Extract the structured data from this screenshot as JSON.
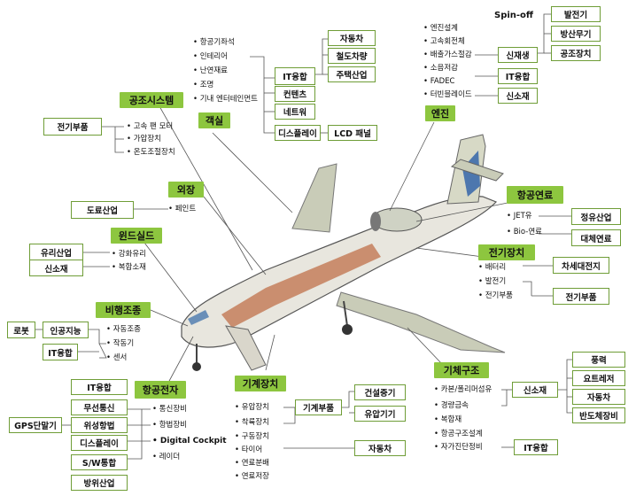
{
  "headers": {
    "air_system": "공조시스템",
    "cabin": "객실",
    "engine": "엔진",
    "exterior": "외장",
    "windshield": "윈드실드",
    "fuel": "항공연료",
    "electric": "전기장치",
    "flight_control": "비행조종",
    "avionics": "항공전자",
    "landing_gear": "기계장치",
    "airframe": "기체구조"
  },
  "cabin_items": [
    "항공기좌석",
    "인테리어",
    "난연재료",
    "조명",
    "기내 엔터테인먼트"
  ],
  "cabin_mid": [
    "IT융합",
    "컨텐츠",
    "네트워",
    "디스플레이"
  ],
  "cabin_lcd": "LCD 패널",
  "cabin_right": [
    "자동차",
    "철도차량",
    "주택산업"
  ],
  "engine_items": [
    "엔진설계",
    "고속회전체",
    "배출가스절감",
    "소음저감",
    "FADEC",
    "터빈블레이드"
  ],
  "engine_spinoff": "Spin-off",
  "engine_spinoff_boxes": [
    "발전기",
    "방산무기",
    "공조장치"
  ],
  "engine_mid": [
    "신재생",
    "IT융합",
    "신소재"
  ],
  "air_items": [
    "고속 팬 모터",
    "가압장치",
    "온도조절장치"
  ],
  "air_box": "전기부품",
  "exterior_item": "페인트",
  "exterior_box": "도료산업",
  "windshield_items": [
    "강화유리",
    "복합소재"
  ],
  "windshield_boxes": [
    "유리산업",
    "신소재"
  ],
  "fuel_items": [
    "JET유",
    "Bio-연료"
  ],
  "fuel_boxes": [
    "정유산업",
    "대체연료"
  ],
  "electric_items": [
    "배터리",
    "발전기",
    "전기부품"
  ],
  "electric_boxes": [
    "차세대전지",
    "전기부품"
  ],
  "flight_items": [
    "자동조종",
    "작동기",
    "센서"
  ],
  "flight_boxes": [
    "로봇",
    "인공지능",
    "IT융합"
  ],
  "avionics_items": [
    "통신장비",
    "항법장비",
    "Digital Cockpit",
    "레이더"
  ],
  "avionics_boxes": [
    "IT융합",
    "무선통신",
    "위성항법",
    "디스플레이",
    "S/W통합",
    "방위산업"
  ],
  "avionics_gps": "GPS단말기",
  "landing_items": [
    "유압장치",
    "착륙장치",
    "구동장치",
    "타이어",
    "연료분배",
    "연료저장"
  ],
  "landing_mid": "기계부품",
  "landing_right": [
    "건설중기",
    "유압기기"
  ],
  "landing_car": "자동차",
  "airframe_items": [
    "카본/폴리머섬유",
    "경량금속",
    "복합재",
    "항공구조설계",
    "자가진단정비"
  ],
  "airframe_mid": "신소재",
  "airframe_it": "IT융합",
  "airframe_right": [
    "풍력",
    "요트레저",
    "자동차",
    "반도체장비"
  ],
  "colors": {
    "header_green": "#8dc63f",
    "box_border": "#6f9d37",
    "line": "#555555"
  }
}
